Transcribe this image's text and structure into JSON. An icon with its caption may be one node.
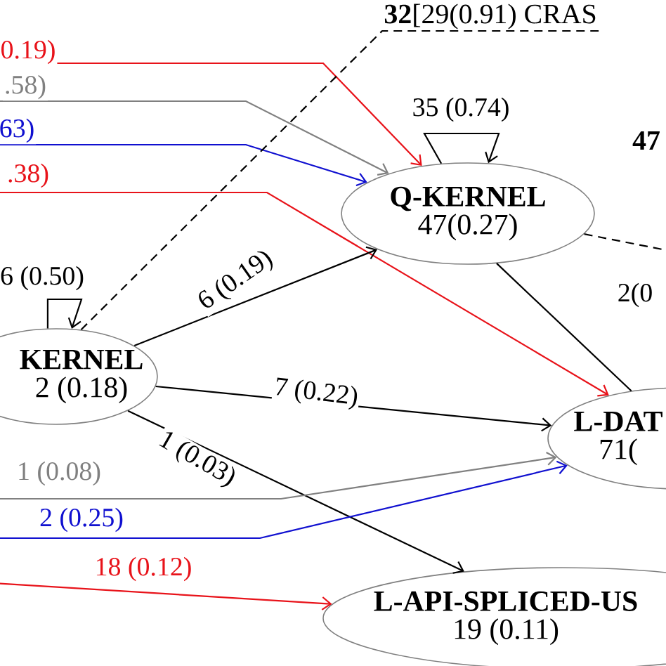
{
  "diagram": {
    "nodes": [
      {
        "text": [
          "KERNEL",
          "2 (0.18)"
        ]
      },
      {
        "text": [
          "Q-KERNEL",
          "47(0.27)"
        ]
      },
      {
        "text": [
          "L-DAT",
          "71("
        ]
      },
      {
        "text": [
          "L-API-SPLICED-US",
          "19 (0.11)"
        ]
      },
      {
        "text": [
          "**32**[29(0.91) CRAS"
        ]
      }
    ],
    "edges": [
      {
        "from": null,
        "to": 1,
        "arrow": "to",
        "label": "0.19)",
        "color": "#e8131a"
      },
      {
        "from": null,
        "to": 1,
        "arrow": "to",
        "label": ".58)",
        "color": "#808080"
      },
      {
        "from": null,
        "to": 1,
        "arrow": "to",
        "label": "63)",
        "color": "#1010d0"
      },
      {
        "from": null,
        "to": 2,
        "arrow": "to",
        "label": ".38)",
        "color": "#e8131a"
      },
      {
        "from": 0,
        "to": 0,
        "arrow": "to",
        "label": "6 (0.50)"
      },
      {
        "from": 1,
        "to": 1,
        "arrow": "to",
        "label": "35 (0.74)"
      },
      {
        "from": 0,
        "to": 1,
        "arrow": "to",
        "label": "6 (0.19)"
      },
      {
        "from": 0,
        "to": 2,
        "arrow": "to",
        "label": "7 (0.22)"
      },
      {
        "from": 0,
        "to": 3,
        "arrow": "to",
        "label": "1 (0.03)"
      },
      {
        "from": null,
        "to": 2,
        "arrow": "to",
        "label": "1 (0.08)",
        "color": "#808080"
      },
      {
        "from": null,
        "to": 2,
        "arrow": "to",
        "label": "2 (0.25)",
        "color": "#1010d0"
      },
      {
        "from": null,
        "to": 3,
        "arrow": "to",
        "label": "18 (0.12)",
        "color": "#e8131a"
      },
      {
        "from": 1,
        "to": 2,
        "arrow": "none",
        "label": "2(0"
      },
      {
        "from": 0,
        "to": 4,
        "arrow": "none",
        "style": "dashed"
      },
      {
        "from": 1,
        "to": null,
        "arrow": "none",
        "style": "dashed"
      }
    ],
    "labels": [
      "47"
    ]
  }
}
